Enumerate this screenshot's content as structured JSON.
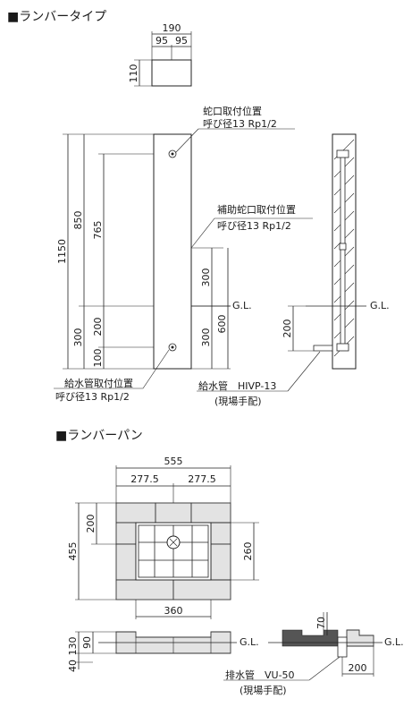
{
  "section1": {
    "heading": "■ランバータイプ",
    "top_view": {
      "width": "190",
      "half_left": "95",
      "half_right": "95",
      "depth": "110"
    },
    "front_view": {
      "total_height": "1150",
      "upper_height": "850",
      "faucet_height": "765",
      "lower_height": "300",
      "lower_sub": "200",
      "supply_height": "100",
      "aux_above_gl": "300",
      "aux_below_gl": "300",
      "aux_total": "600"
    },
    "labels": {
      "faucet_title": "蛇口取付位置",
      "faucet_size": "呼び径13 Rp1/2",
      "aux_title": "補助蛇口取付位置",
      "aux_size": "呼び径13 Rp1/2",
      "supply_title": "給水管取付位置",
      "supply_size": "呼び径13 Rp1/2",
      "gl_front": "G.L.",
      "gl_side": "G.L.",
      "side_depth": "200",
      "pipe_title": "給水管　HIVP-13",
      "pipe_note": "(現場手配)"
    }
  },
  "section2": {
    "heading": "■ランバーパン",
    "plan": {
      "width": "555",
      "half_left": "277.5",
      "half_right": "277.5",
      "depth": "455",
      "side_block": "200",
      "drain_depth": "260",
      "basin_width": "360"
    },
    "section": {
      "total_height": "130",
      "upper": "90",
      "lower": "40",
      "gl_left": "G.L.",
      "gl_right": "G.L.",
      "rim_height": "70",
      "drain_offset": "200",
      "drain_title": "排水管　VU-50",
      "drain_note": "(現場手配)"
    }
  }
}
